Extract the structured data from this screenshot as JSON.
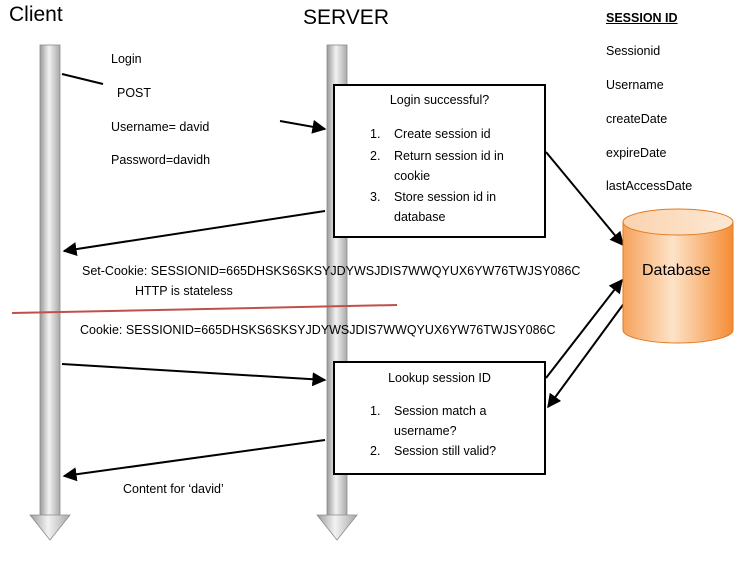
{
  "actors": {
    "client": "Client",
    "server": "SERVER"
  },
  "login_request": {
    "line1": "Login",
    "line2": "POST",
    "line3": "Username= david",
    "line4": "Password=davidh"
  },
  "login_box": {
    "title": "Login successful?",
    "items": [
      {
        "num": "1.",
        "text": "Create session id"
      },
      {
        "num": "2.",
        "text": "Return session id in cookie"
      },
      {
        "num": "3.",
        "text": "Store session id in database"
      }
    ]
  },
  "set_cookie": "Set-Cookie: SESSIONID=665DHSKS6SKSYJDYWSJDIS7WWQYUX6YW76TWJSY086C",
  "stateless_note": "HTTP is stateless",
  "cookie": "Cookie: SESSIONID=665DHSKS6SKSYJDYWSJDIS7WWQYUX6YW76TWJSY086C",
  "lookup_box": {
    "title": "Lookup session ID",
    "items": [
      {
        "num": "1.",
        "text": "Session match a username?"
      },
      {
        "num": "2.",
        "text": "Session still valid?"
      }
    ]
  },
  "content_response": "Content for ‘david’",
  "session_table": {
    "heading": "SESSION ID",
    "fields": [
      "Sessionid",
      "Username",
      "createDate",
      "expireDate",
      "lastAccessDate"
    ]
  },
  "database": {
    "label": "Database",
    "color_light": "#fde3c8",
    "color_dark": "#f79646"
  },
  "colors": {
    "lifeline_light": "#f2f2f2",
    "lifeline_dark": "#9a9a9a",
    "stateless_line": "#c0504d"
  }
}
